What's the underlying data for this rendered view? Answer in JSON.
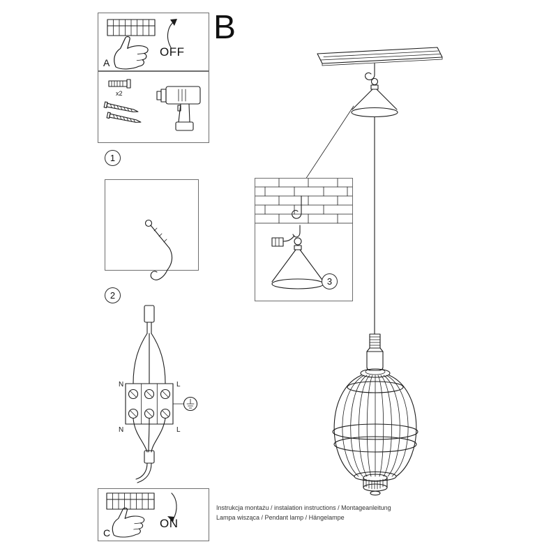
{
  "doc": {
    "section_label": "B",
    "panel_a": {
      "label": "A",
      "switch_state": "OFF"
    },
    "panel_c": {
      "label": "C",
      "switch_state": "ON"
    },
    "tools": {
      "quantity_label": "x2"
    },
    "steps": {
      "step1": "1",
      "step2": "2",
      "step3": "3"
    },
    "wiring": {
      "n_top": "N",
      "l_top": "L",
      "n_bottom": "N",
      "l_bottom": "L"
    },
    "footer": {
      "line1": "Instrukcja montażu / instalation instructions / Montageanleitung",
      "line2": "Lampa wisząca / Pendant lamp / Hängelampe"
    },
    "illustrations": {
      "panel_a": "hand-switching-terminal-power-off",
      "tools": "wall-plugs-x2-screws-drill",
      "step2": "nail-and-cord-hook-in-ceiling-box",
      "wiring": "n-l-terminal-block-with-earth-symbol",
      "main": "pendant-cage-lamp-hanging-from-ceiling-board",
      "inset3": "brick-wall-hook-and-canopy-hanging-detail",
      "panel_c": "hand-switching-terminal-power-on"
    }
  }
}
